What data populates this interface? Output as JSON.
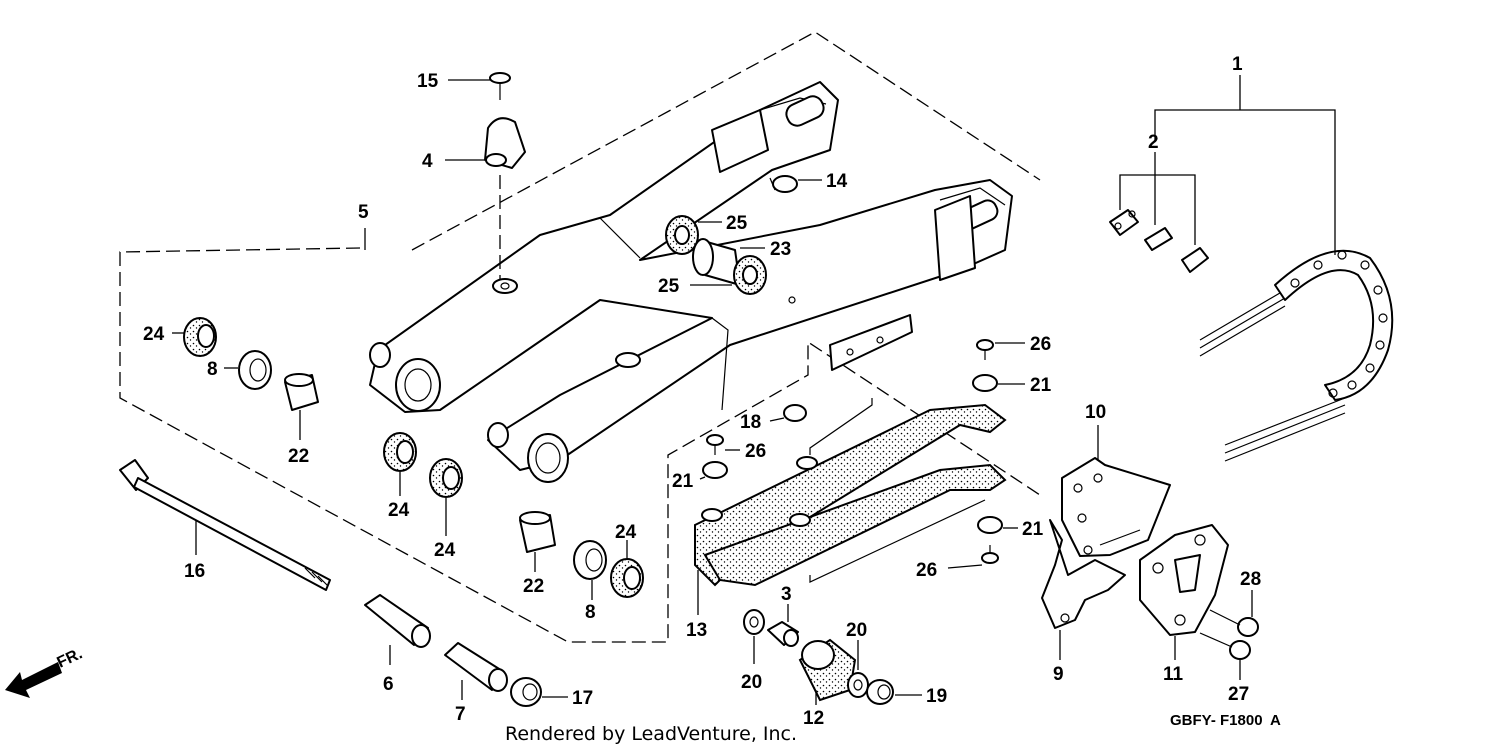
{
  "callouts": {
    "n1": "1",
    "n2": "2",
    "n3": "3",
    "n4": "4",
    "n5": "5",
    "n6": "6",
    "n7": "7",
    "n8a": "8",
    "n8b": "8",
    "n9": "9",
    "n10": "10",
    "n11": "11",
    "n12": "12",
    "n13": "13",
    "n14": "14",
    "n15": "15",
    "n16": "16",
    "n17": "17",
    "n18": "18",
    "n19": "19",
    "n20a": "20",
    "n20b": "20",
    "n21a": "21",
    "n21b": "21",
    "n21c": "21",
    "n22a": "22",
    "n22b": "22",
    "n23": "23",
    "n24a": "24",
    "n24b": "24",
    "n24c": "24",
    "n24d": "24",
    "n25a": "25",
    "n25b": "25",
    "n26a": "26",
    "n26b": "26",
    "n26c": "26",
    "n27": "27",
    "n28": "28"
  },
  "direction_label": "FR.",
  "footer": {
    "credit": "Rendered by LeadVenture, Inc.",
    "diagram_code": "GBFY- F1800",
    "revision": "A"
  }
}
